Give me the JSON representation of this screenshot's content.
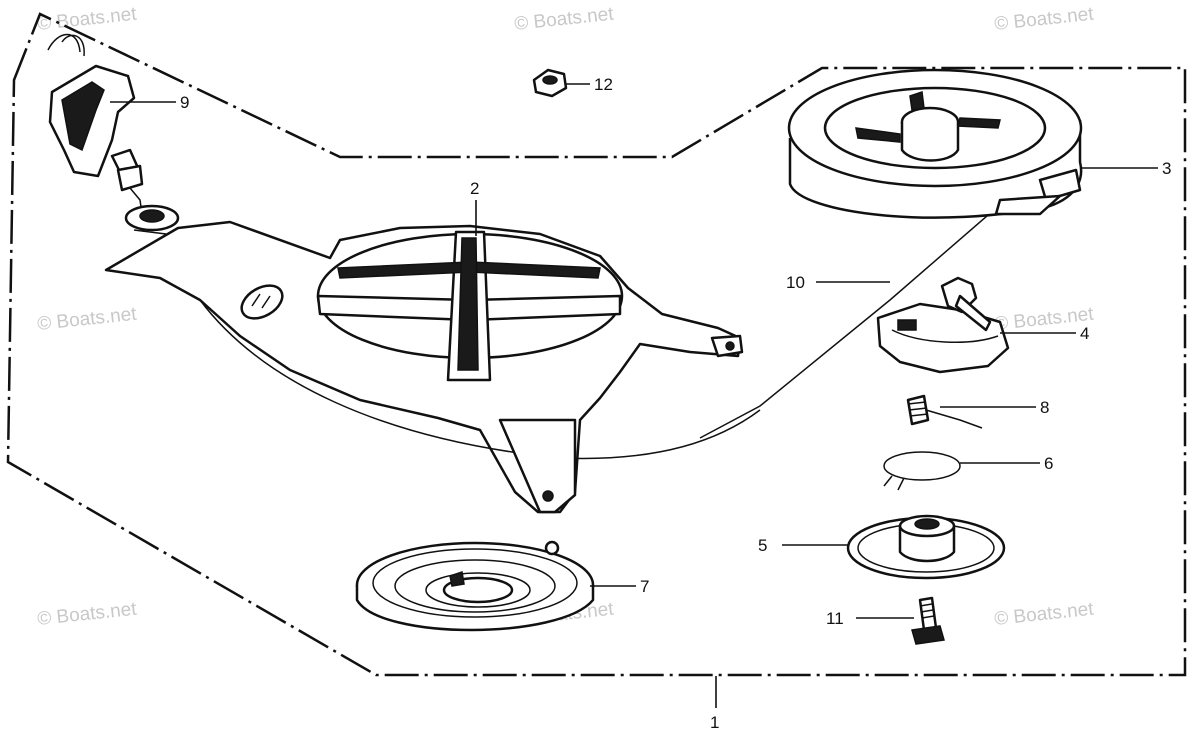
{
  "watermark_text": "© Boats.net",
  "callouts": {
    "c1": "1",
    "c2": "2",
    "c3": "3",
    "c4": "4",
    "c5": "5",
    "c6": "6",
    "c7": "7",
    "c8": "8",
    "c9": "9",
    "c10": "10",
    "c11": "11",
    "c12": "12"
  },
  "line_color": "#111111",
  "watermark_color": "#c8c8c8"
}
